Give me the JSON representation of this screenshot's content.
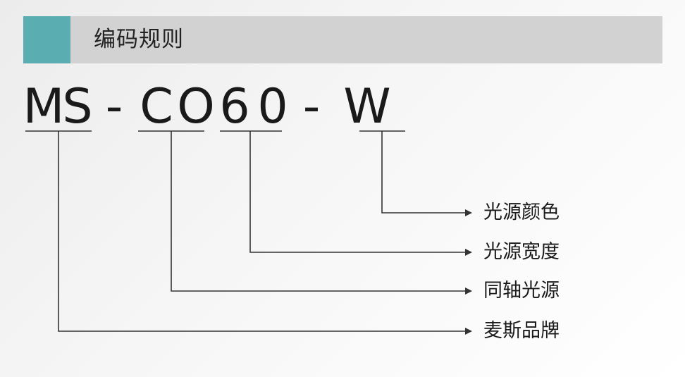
{
  "header": {
    "title": "编码规则"
  },
  "code": {
    "chars": [
      "M",
      "S",
      "-",
      "C",
      "O",
      "6",
      "0",
      "-",
      "W"
    ]
  },
  "segments": [
    {
      "label": "光源颜色"
    },
    {
      "label": "光源宽度"
    },
    {
      "label": "同轴光源"
    },
    {
      "label": "麦斯品牌"
    }
  ],
  "colors": {
    "accent": "#5aaeb2",
    "header_bg": "#d2d2d2",
    "line": "#333333"
  }
}
